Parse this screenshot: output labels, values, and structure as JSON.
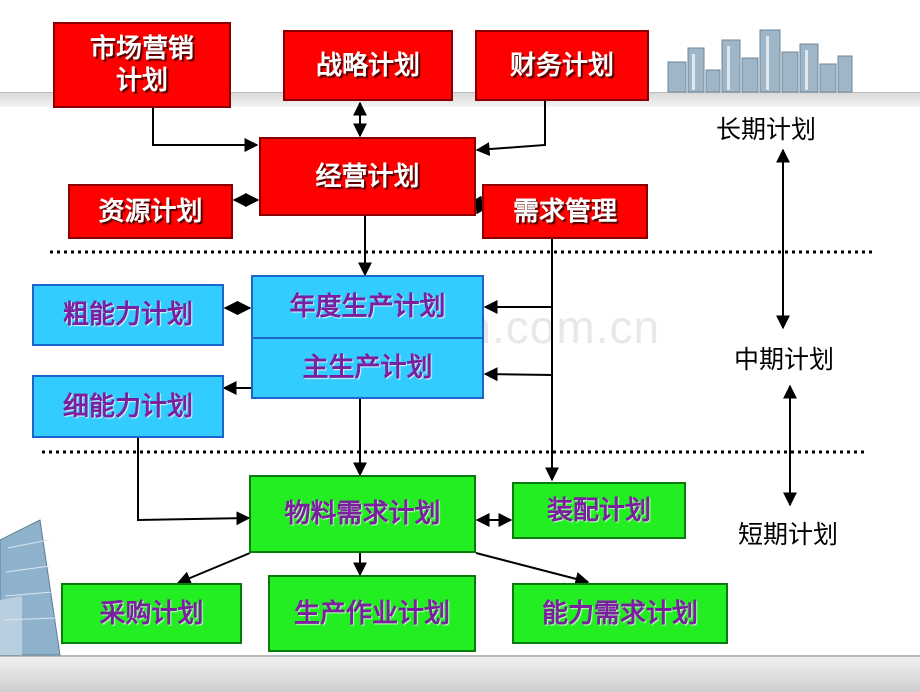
{
  "boxes": {
    "marketing": "市场营销\n计划",
    "strategy": "战略计划",
    "finance": "财务计划",
    "business": "经营计划",
    "resource": "资源计划",
    "demand_mgmt": "需求管理",
    "annual": "年度生产计划",
    "master": "主生产计划",
    "rough_capacity": "粗能力计划",
    "fine_capacity": "细能力计划",
    "mrp": "物料需求计划",
    "assembly": "装配计划",
    "purchase": "采购计划",
    "production_job": "生产作业计划",
    "capacity_req": "能力需求计划"
  },
  "periods": {
    "long": "长期计划",
    "mid": "中期计划",
    "short": "短期计划"
  },
  "watermark": "zixin.com.cn",
  "colors": {
    "red": "#ff0000",
    "blue": "#33ccff",
    "green": "#22ee22",
    "purple_text": "#7a1f9e"
  }
}
